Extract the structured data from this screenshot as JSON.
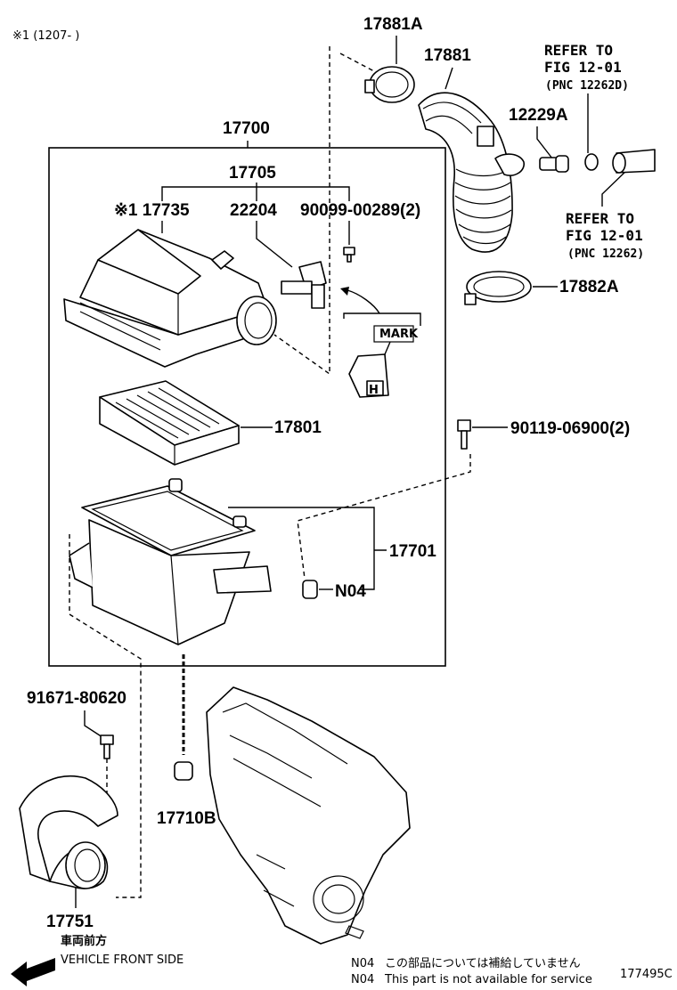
{
  "header": {
    "remark": "※1 (1207-      )"
  },
  "callouts": {
    "p17881a": "17881A",
    "p17881": "17881",
    "p12229a": "12229A",
    "p17882a": "17882A",
    "p17700": "17700",
    "p17705": "17705",
    "p17735": "※1 17735",
    "p22204": "22204",
    "p90099": "90099-00289(2)",
    "p17801": "17801",
    "p90119": "90119-06900(2)",
    "p17701": "17701",
    "n04": "N04",
    "p91671": "91671-80620",
    "p17710b": "17710B",
    "p17751": "17751"
  },
  "references": {
    "top_line1": "REFER TO",
    "top_line2": "FIG 12-01",
    "top_line3": "(PNC 12262D)",
    "mid_line1": "REFER TO",
    "mid_line2": "FIG 12-01",
    "mid_line3": "(PNC 12262)"
  },
  "sensor_detail": {
    "mark": "MARK",
    "letter": "H"
  },
  "orientation": {
    "jp": "車両前方",
    "en": "VEHICLE FRONT SIDE"
  },
  "footnotes": {
    "jp_code": "N04",
    "jp_text": "この部品については補給していません",
    "en_code": "N04",
    "en_text": "This part is not available for service"
  },
  "figure_id": "177495C"
}
